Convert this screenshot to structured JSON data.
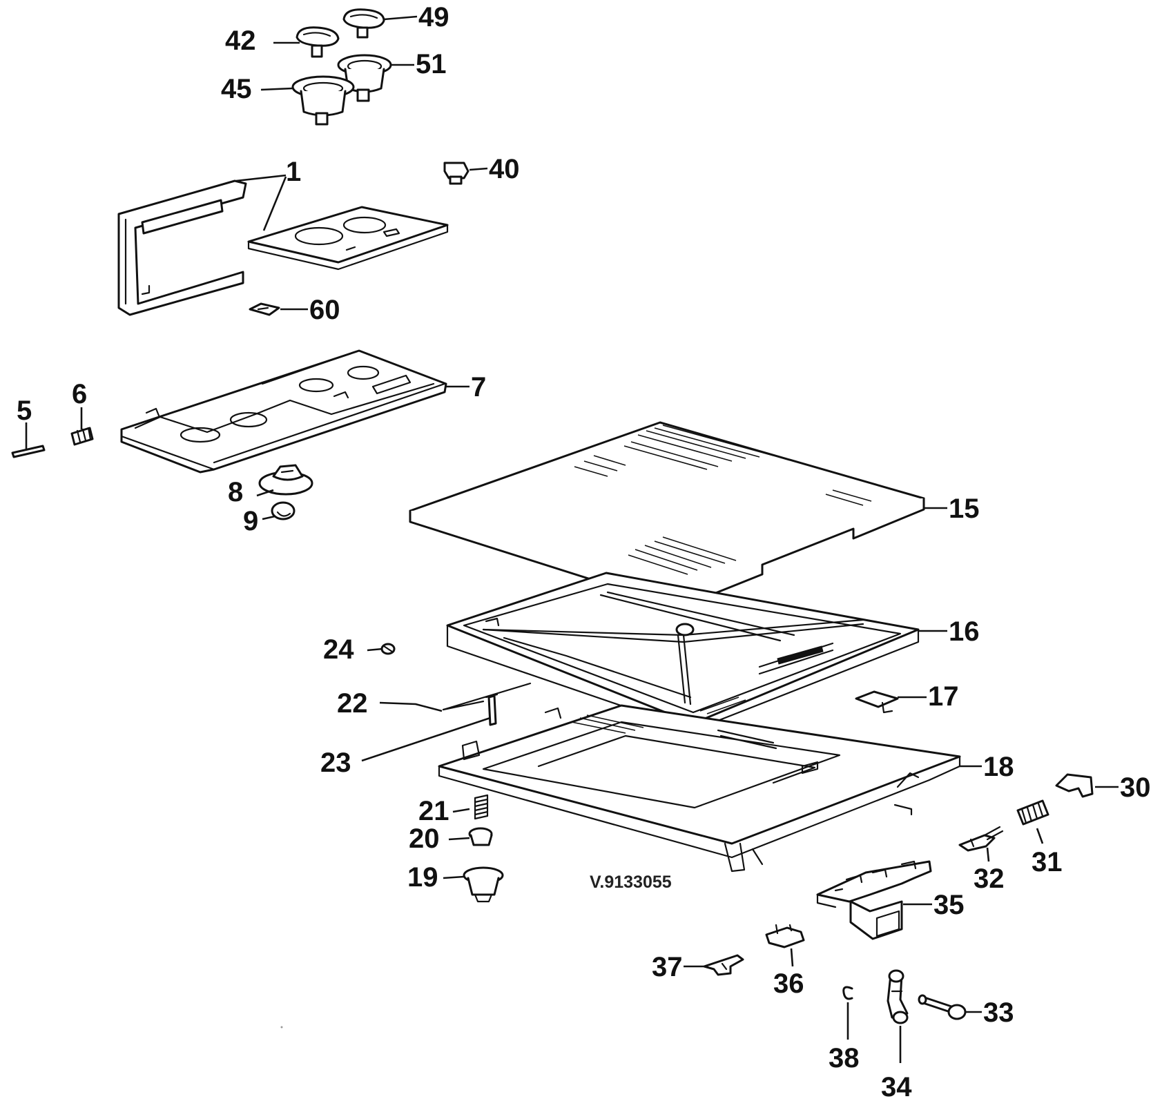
{
  "diagram": {
    "reference_code": "V.9133055",
    "callouts": {
      "p1": "1",
      "p5": "5",
      "p6": "6",
      "p7": "7",
      "p8": "8",
      "p9": "9",
      "p15": "15",
      "p16": "16",
      "p17": "17",
      "p18": "18",
      "p19": "19",
      "p20": "20",
      "p21": "21",
      "p22": "22",
      "p23": "23",
      "p24": "24",
      "p30": "30",
      "p31": "31",
      "p32": "32",
      "p33": "33",
      "p34": "34",
      "p35": "35",
      "p36": "36",
      "p37": "37",
      "p38": "38",
      "p40": "40",
      "p42": "42",
      "p45": "45",
      "p49": "49",
      "p51": "51",
      "p60": "60"
    }
  }
}
